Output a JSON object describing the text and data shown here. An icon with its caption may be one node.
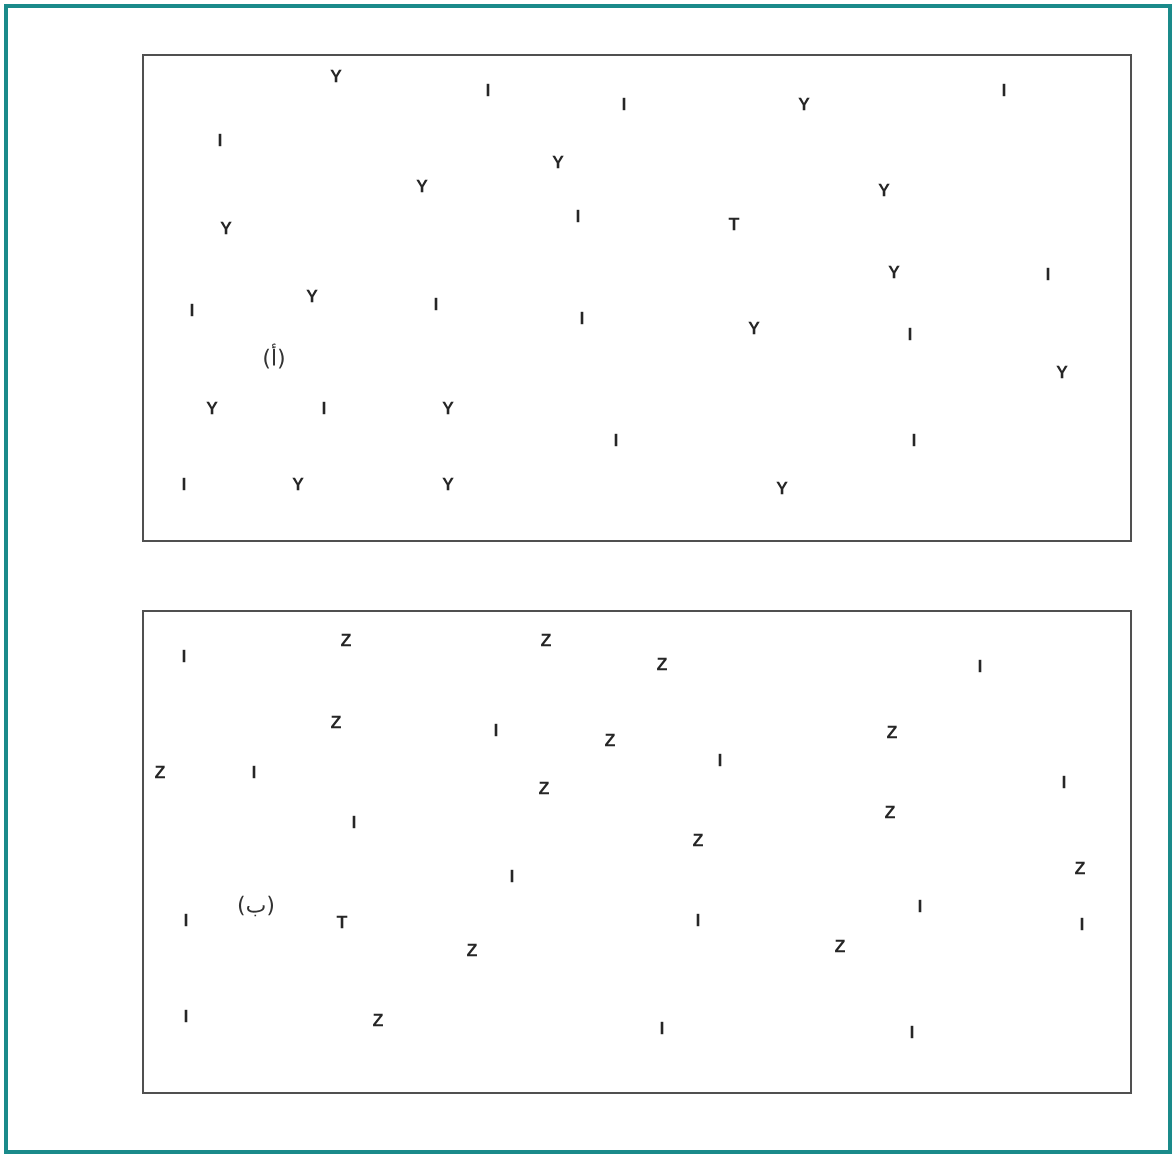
{
  "diagram": {
    "nodes": [
      {
        "text": [
          "(أ)"
        ]
      },
      {
        "text": [
          "(ب)"
        ]
      }
    ],
    "labels": [
      "Y",
      "I",
      "I",
      "I",
      "Y",
      "I",
      "Y",
      "Y",
      "Y",
      "Y",
      "I",
      "T",
      "Y",
      "I",
      "Y",
      "I",
      "I",
      "I",
      "Y",
      "I",
      "Y",
      "Y",
      "I",
      "Y",
      "I",
      "I",
      "I",
      "Y",
      "Y",
      "Y",
      "Z",
      "Z",
      "I",
      "Z",
      "I",
      "Z",
      "I",
      "Z",
      "Z",
      "I",
      "Z",
      "I",
      "I",
      "Z",
      "Z",
      "I",
      "Z",
      "Z",
      "I",
      "I",
      "I",
      "T",
      "I",
      "I",
      "Z",
      "Z",
      "I",
      "Z",
      "I",
      "I"
    ]
  }
}
